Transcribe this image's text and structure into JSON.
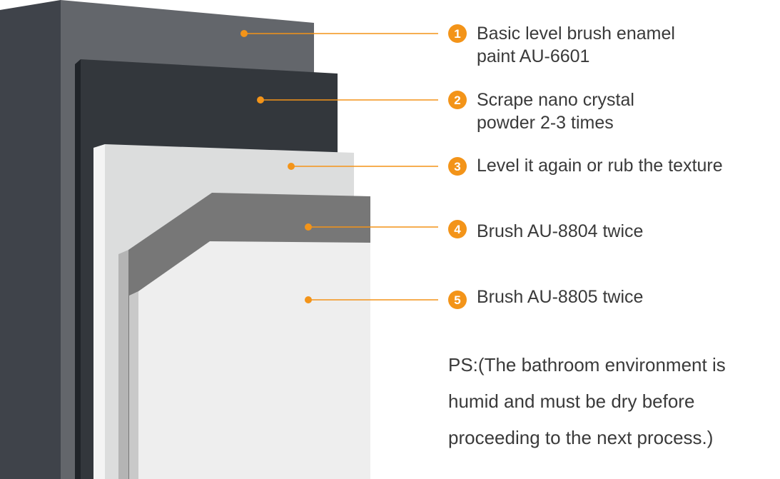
{
  "colors": {
    "accent": "#f39419",
    "text": "#3a3a3a",
    "layer1_face": "#63666b",
    "layer1_side": "#3f434a",
    "layer2_face": "#33373c",
    "layer2_side": "#202429",
    "layer3_face": "#dcdddd",
    "layer3_side": "#f4f4f4",
    "layer4_face": "#777777",
    "layer5_face": "#eeeeee"
  },
  "layers": [
    {
      "number": "1",
      "lines": [
        "Basic level brush enamel",
        "paint AU-6601"
      ]
    },
    {
      "number": "2",
      "lines": [
        "Scrape nano crystal",
        "powder 2-3 times"
      ]
    },
    {
      "number": "3",
      "lines": [
        "Level it again or rub the texture"
      ]
    },
    {
      "number": "4",
      "lines": [
        "Brush AU-8804 twice"
      ]
    },
    {
      "number": "5",
      "lines": [
        "Brush AU-8805 twice"
      ]
    }
  ],
  "note": {
    "lines": [
      "PS:(The bathroom environment is",
      "humid and must be dry before",
      "proceeding to the next process.)"
    ]
  }
}
